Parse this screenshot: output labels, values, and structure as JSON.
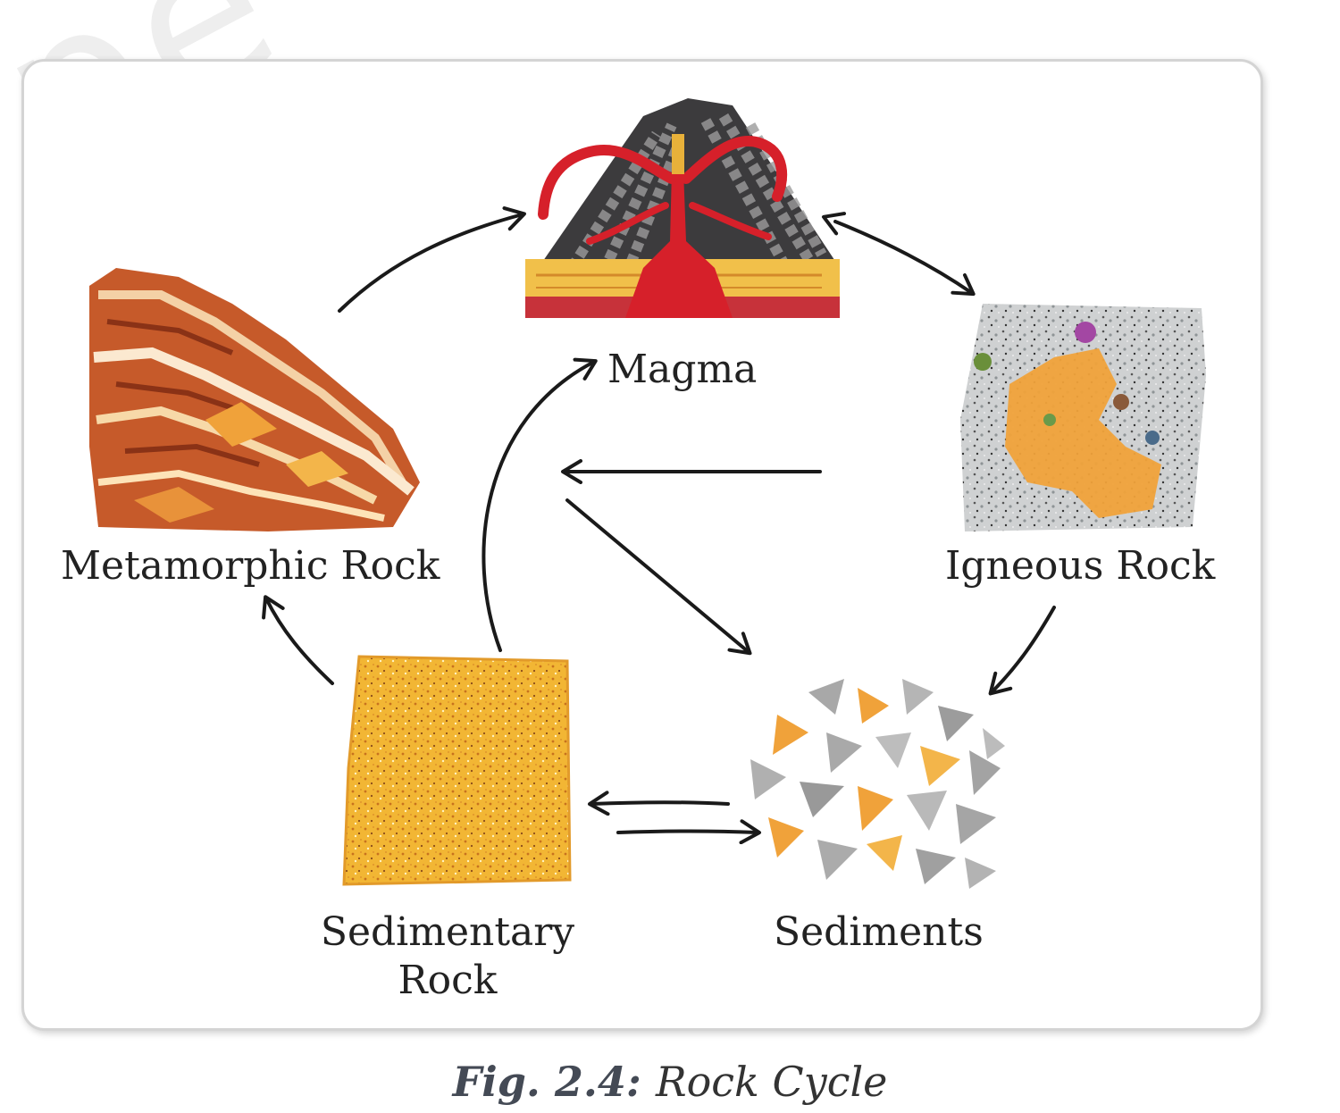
{
  "labels": {
    "magma": "Magma",
    "metamorphic": "Metamorphic Rock",
    "igneous": "Igneous Rock",
    "sedimentary_line1": "Sedimentary",
    "sedimentary_line2": "Rock",
    "sediments": "Sediments"
  },
  "caption": {
    "figure": "Fig. 2.4:",
    "title": "Rock Cycle"
  },
  "watermark": "pe",
  "colors": {
    "arrow": "#1a1a1a",
    "frame_border": "#d4d4d4",
    "magma_red": "#d6202a",
    "rock_orange": "#f0a23a",
    "sand_yellow": "#f3bd3d",
    "grey_rock": "#a8a8a8"
  }
}
